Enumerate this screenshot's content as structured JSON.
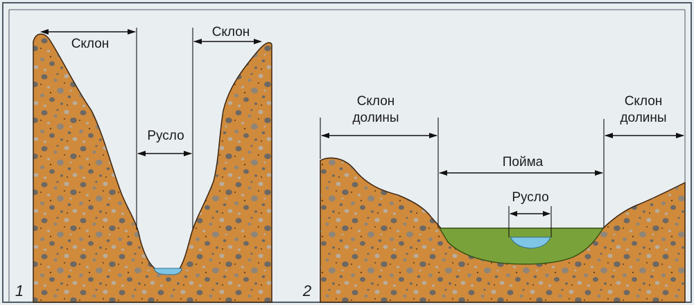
{
  "diagram1": {
    "number": "1",
    "slope_left_label": "Склон",
    "slope_right_label": "Склон",
    "channel_label": "Русло"
  },
  "diagram2": {
    "number": "2",
    "valley_slope_left_line1": "Склон",
    "valley_slope_left_line2": "долины",
    "valley_slope_right_line1": "Склон",
    "valley_slope_right_line2": "долины",
    "floodplain_label": "Пойма",
    "channel_label": "Русло"
  },
  "colors": {
    "background": "#e9eef1",
    "frame": "#4f5c66",
    "soil": "#cf8a3c",
    "pebble_dark": "#6c6864",
    "pebble_mid": "#8f8578",
    "pebble_light": "#b9ad9c",
    "floodplain": "#79a33a",
    "water": "#7fc6e6"
  }
}
